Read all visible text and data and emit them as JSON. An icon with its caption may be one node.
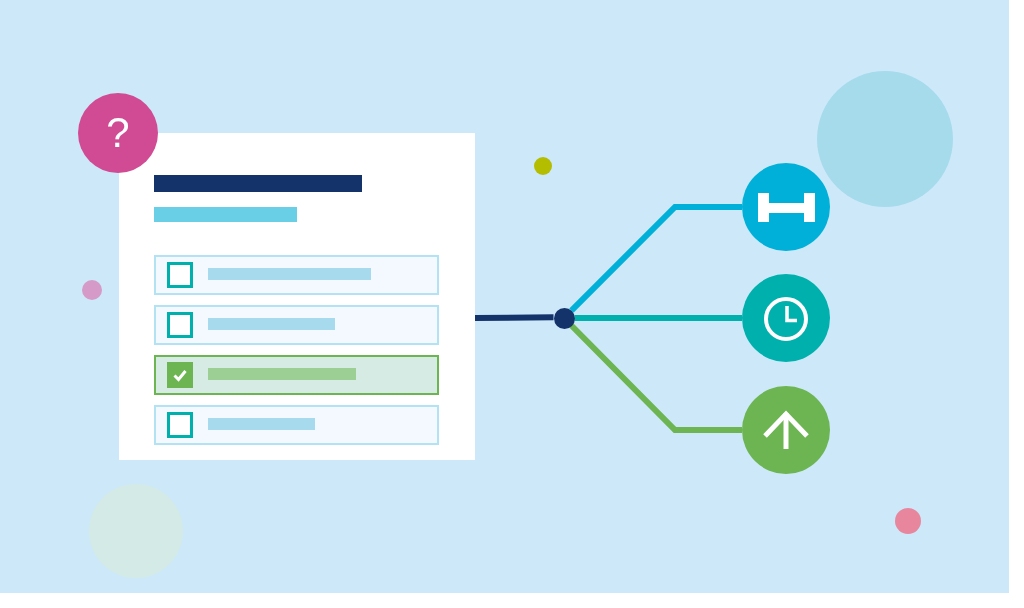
{
  "diagram": {
    "nodes": [
      {
        "text": [],
        "shape": "box"
      },
      {
        "text": [
          "?"
        ]
      },
      {
        "text": [],
        "shape": "circle"
      },
      {
        "text": [],
        "shape": "circle"
      },
      {
        "text": [],
        "shape": "circle"
      },
      {
        "text": [],
        "shape": "circle"
      }
    ],
    "edges": [
      {
        "from": 0,
        "to": 2,
        "arrow": "none",
        "color": "#14336b"
      },
      {
        "from": 2,
        "to": 3,
        "arrow": "none",
        "color": "#00b0d8"
      },
      {
        "from": 2,
        "to": 4,
        "arrow": "none",
        "color": "#00b0ad"
      },
      {
        "from": 2,
        "to": 5,
        "arrow": "none",
        "color": "#6db552"
      }
    ]
  }
}
